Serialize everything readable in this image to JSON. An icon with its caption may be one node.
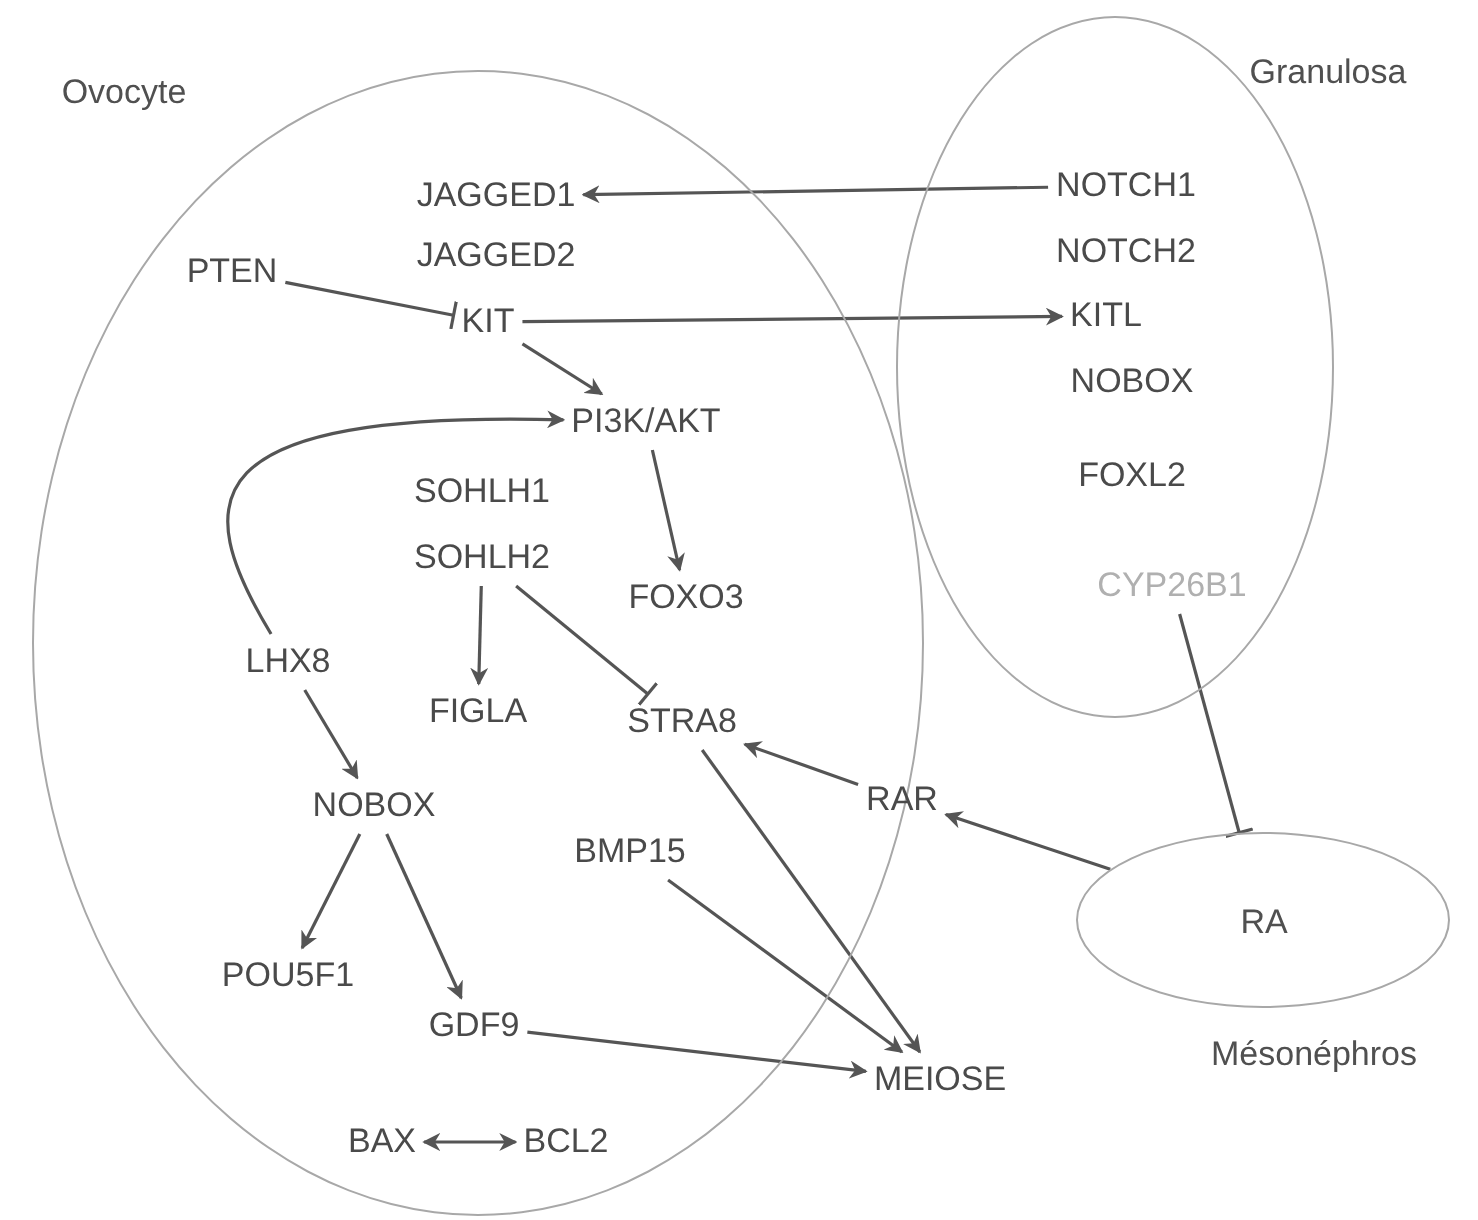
{
  "diagram": {
    "nodes": [
      {
        "text": [
          "Ovocyte"
        ]
      },
      {
        "text": [
          "Granulosa"
        ]
      },
      {
        "text": [
          "RA"
        ],
        "beside": [
          "Mésonéphros"
        ]
      },
      {
        "text": [
          "JAGGED1"
        ],
        "in": 0
      },
      {
        "text": [
          "JAGGED2"
        ],
        "in": 0
      },
      {
        "text": [
          "PTEN"
        ],
        "in": 0
      },
      {
        "text": [
          "KIT"
        ],
        "in": 0
      },
      {
        "text": [
          "PI3K/AKT"
        ],
        "in": 0
      },
      {
        "text": [
          "SOHLH1"
        ],
        "in": 0
      },
      {
        "text": [
          "SOHLH2"
        ],
        "in": 0
      },
      {
        "text": [
          "FOXO3"
        ],
        "in": 0
      },
      {
        "text": [
          "LHX8"
        ],
        "in": 0
      },
      {
        "text": [
          "FIGLA"
        ],
        "in": 0
      },
      {
        "text": [
          "STRA8"
        ],
        "in": 0
      },
      {
        "text": [
          "NOBOX"
        ],
        "in": 0
      },
      {
        "text": [
          "BMP15"
        ],
        "in": 0
      },
      {
        "text": [
          "POU5F1"
        ],
        "in": 0
      },
      {
        "text": [
          "GDF9"
        ],
        "in": 0
      },
      {
        "text": [
          "BAX"
        ],
        "in": 0
      },
      {
        "text": [
          "BCL2"
        ],
        "in": 0
      },
      {
        "text": [
          "NOTCH1"
        ],
        "in": 1
      },
      {
        "text": [
          "NOTCH2"
        ],
        "in": 1
      },
      {
        "text": [
          "KITL"
        ],
        "in": 1
      },
      {
        "text": [
          "NOBOX"
        ],
        "in": 1
      },
      {
        "text": [
          "FOXL2"
        ],
        "in": 1
      },
      {
        "text": [
          "CYP26B1"
        ],
        "in": 1
      },
      {
        "text": [
          "RAR"
        ]
      },
      {
        "text": [
          "MEIOSE"
        ]
      }
    ],
    "edges": [
      {
        "from": 20,
        "to": 3,
        "arrow": "to"
      },
      {
        "from": 5,
        "to": 6,
        "arrow": "other"
      },
      {
        "from": 6,
        "to": 22,
        "arrow": "to"
      },
      {
        "from": 6,
        "to": 7,
        "arrow": "to"
      },
      {
        "from": 11,
        "to": 7,
        "arrow": "to"
      },
      {
        "from": 7,
        "to": 10,
        "arrow": "to"
      },
      {
        "from": 9,
        "to": 12,
        "arrow": "to"
      },
      {
        "from": 9,
        "to": 13,
        "arrow": "other"
      },
      {
        "from": 11,
        "to": 14,
        "arrow": "to"
      },
      {
        "from": 14,
        "to": 16,
        "arrow": "to"
      },
      {
        "from": 14,
        "to": 17,
        "arrow": "to"
      },
      {
        "from": 26,
        "to": 13,
        "arrow": "to"
      },
      {
        "from": 2,
        "to": 26,
        "arrow": "to"
      },
      {
        "from": 25,
        "to": 2,
        "arrow": "other"
      },
      {
        "from": 13,
        "to": 27,
        "arrow": "to"
      },
      {
        "from": 15,
        "to": 27,
        "arrow": "to"
      },
      {
        "from": 17,
        "to": 27,
        "arrow": "to"
      },
      {
        "from": 18,
        "to": 19,
        "arrow": "both"
      }
    ]
  }
}
